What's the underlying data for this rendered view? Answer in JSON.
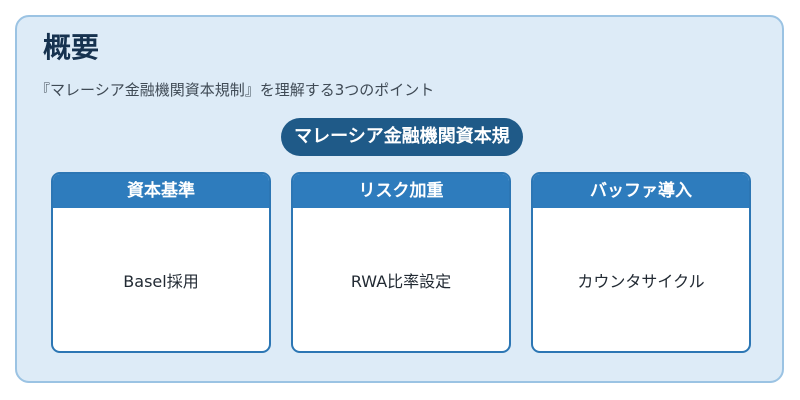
{
  "title": "概要",
  "subtitle": "『マレーシア金融機関資本規制』を理解する3つのポイント",
  "center": {
    "label": "マレーシア金融機関資本規"
  },
  "cards": [
    {
      "header": "資本基準",
      "body": "Basel採用"
    },
    {
      "header": "リスク加重",
      "body": "RWA比率設定"
    },
    {
      "header": "バッファ導入",
      "body": "カウンタサイクル"
    }
  ],
  "colors": {
    "background": "#ddebf7",
    "border": "#9bc3e3",
    "center_pill": "#1f5a88",
    "card_header": "#2e7cbd",
    "title_text": "#16324f"
  }
}
